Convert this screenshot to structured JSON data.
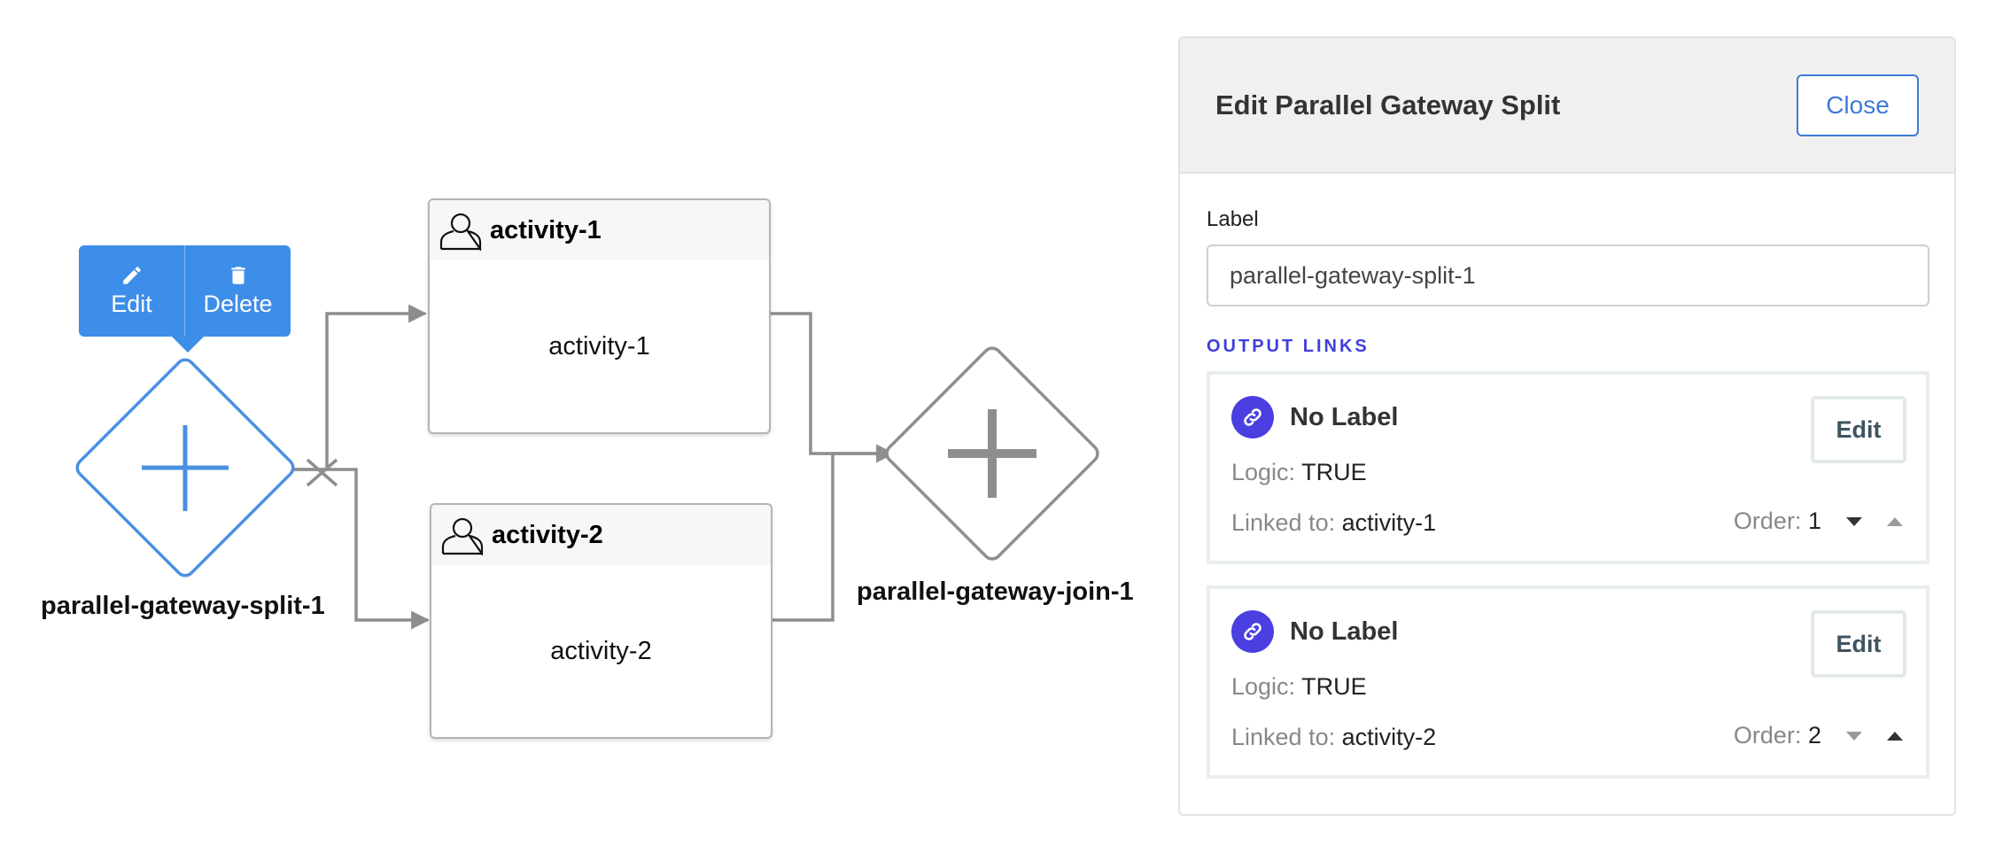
{
  "canvas": {
    "split_gateway_label": "parallel-gateway-split-1",
    "join_gateway_label": "parallel-gateway-join-1",
    "toolbar": {
      "edit_label": "Edit",
      "delete_label": "Delete"
    },
    "activities": [
      {
        "title": "activity-1",
        "body": "activity-1"
      },
      {
        "title": "activity-2",
        "body": "activity-2"
      }
    ]
  },
  "panel": {
    "title": "Edit Parallel Gateway Split",
    "close_label": "Close",
    "label_field": {
      "label": "Label",
      "value": "parallel-gateway-split-1"
    },
    "output_links_heading": "OUTPUT LINKS",
    "links": [
      {
        "title": "No Label",
        "logic_label": "Logic:",
        "logic_value": "TRUE",
        "linked_label": "Linked to:",
        "linked_value": "activity-1",
        "order_label": "Order:",
        "order_value": "1",
        "edit_label": "Edit"
      },
      {
        "title": "No Label",
        "logic_label": "Logic:",
        "logic_value": "TRUE",
        "linked_label": "Linked to:",
        "linked_value": "activity-2",
        "order_label": "Order:",
        "order_value": "2",
        "edit_label": "Edit"
      }
    ]
  },
  "colors": {
    "accent_blue": "#3d8ee8",
    "link_icon_purple": "#4a3fe0",
    "connector_gray": "#8e8e8e",
    "section_heading": "#4040d8"
  }
}
